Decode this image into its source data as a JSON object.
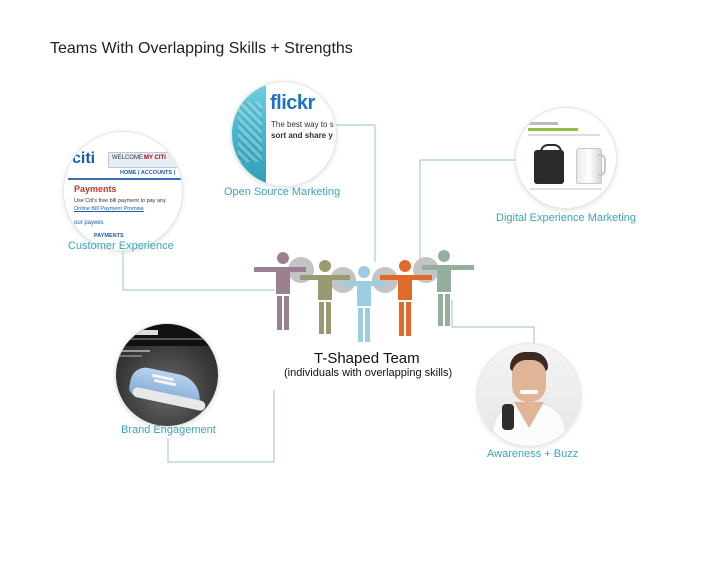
{
  "title": "Teams With Overlapping Skills + Strengths",
  "center": {
    "title": "T-Shaped Team",
    "subtitle": "(individuals with overlapping skills)"
  },
  "nodes": {
    "open_source": {
      "caption": "Open Source Marketing",
      "logo": "flickr",
      "line1": "The best way to s",
      "line2": "sort and share y"
    },
    "customer_experience": {
      "caption": "Customer Experience",
      "logo": "citi",
      "tab1": "WELCOME",
      "tab2": "MY CITI",
      "nav": "HOME | ACCOUNTS |",
      "heading": "Payments",
      "line1": "Use Citi's free bill payment to pay any",
      "line2": "Online Bill Payment Promise",
      "line3": "our payees",
      "line4": "PAYMENTS"
    },
    "digital_experience": {
      "caption": "Digital Experience Marketing"
    },
    "brand_engagement": {
      "caption": "Brand Engagement"
    },
    "awareness_buzz": {
      "caption": "Awareness + Buzz"
    }
  },
  "colors": {
    "connector": "#a9cfd8",
    "caption": "#3aa5b7",
    "figure_mauve": "#9a8090",
    "figure_olive": "#9a9a72",
    "figure_blue": "#9ccde0",
    "figure_orange": "#e06a2a",
    "figure_sage": "#94b09c",
    "overlap_gray": "#c4c4c4"
  }
}
